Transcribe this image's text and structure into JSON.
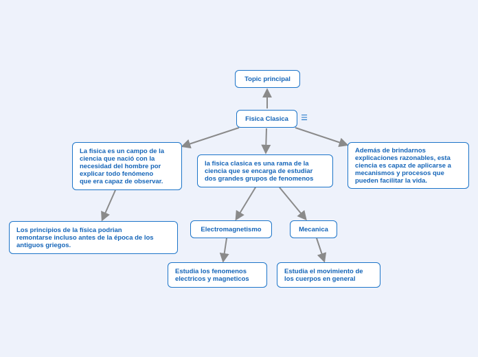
{
  "nodes": {
    "topic_principal": "Topic principal",
    "fisica_clasica": "Fisica Clasica",
    "campo_ciencia": "La fisica es un campo de la\nciencia que nació con la\nnecesidad del hombre por\nexplicar todo fenómeno\nque era capaz de observar.",
    "rama_ciencia": "la fisica clasica es una rama de la\nciencia que se encarga de estudiar\ndos grandes grupos de fenomenos",
    "explicaciones": "Además de brindarnos\nexplicaciones razonables, esta\nciencia es capaz de aplicarse a\nmecanismos y procesos que\npueden facilitar la vida.",
    "principios": "Los principios de la física podrian\nremontarse incluso antes de la época de los\nantiguos griegos.",
    "electromagnetismo": "Electromagnetismo",
    "mecanica": "Mecanica",
    "fenomenos_electricos": "Estudia los fenomenos\nelectricos y magneticos",
    "movimiento_cuerpos": "Estudia el movimiento de\nlos cuerpos en general"
  },
  "icons": {
    "node_menu": "menu-icon"
  },
  "colors": {
    "background": "#eef2fb",
    "node_border": "#1a73c8",
    "node_text": "#1565b8",
    "connector": "#8a8a8a"
  }
}
